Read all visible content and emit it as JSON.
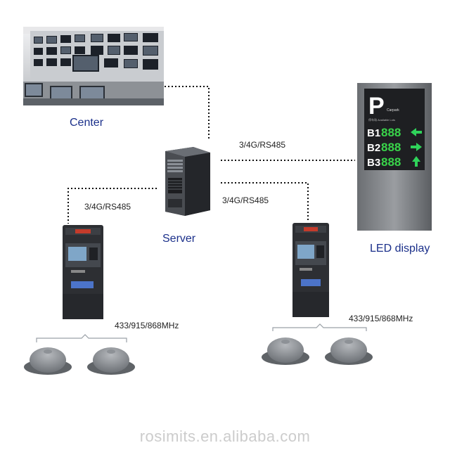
{
  "nodes": {
    "center": {
      "label": "Center"
    },
    "server": {
      "label": "Server"
    },
    "led_display": {
      "label": "LED display"
    }
  },
  "links": {
    "server_led": "3/4G/RS485",
    "server_kiosk_left": "3/4G/RS485",
    "server_kiosk_right": "3/4G/RS485",
    "kiosk_left_sensors": "433/915/868MHz",
    "kiosk_right_sensors": "433/915/868MHz"
  },
  "led_sign": {
    "brand_letter": "P",
    "brand_text": "Carpark",
    "brand_subtext": "停车场 Available Lots",
    "rows": [
      {
        "level": "B1",
        "value": "888",
        "arrow": "arrow-left-icon"
      },
      {
        "level": "B2",
        "value": "888",
        "arrow": "arrow-right-icon"
      },
      {
        "level": "B3",
        "value": "888",
        "arrow": "arrow-up-icon"
      }
    ],
    "digit_color": "#39d34a",
    "arrow_color": "#2fd35a"
  },
  "colors": {
    "title": "#1a2f8a",
    "dotted_line": "#111111",
    "watermark": "#cccccc"
  },
  "watermark": "rosimits.en.alibaba.com"
}
